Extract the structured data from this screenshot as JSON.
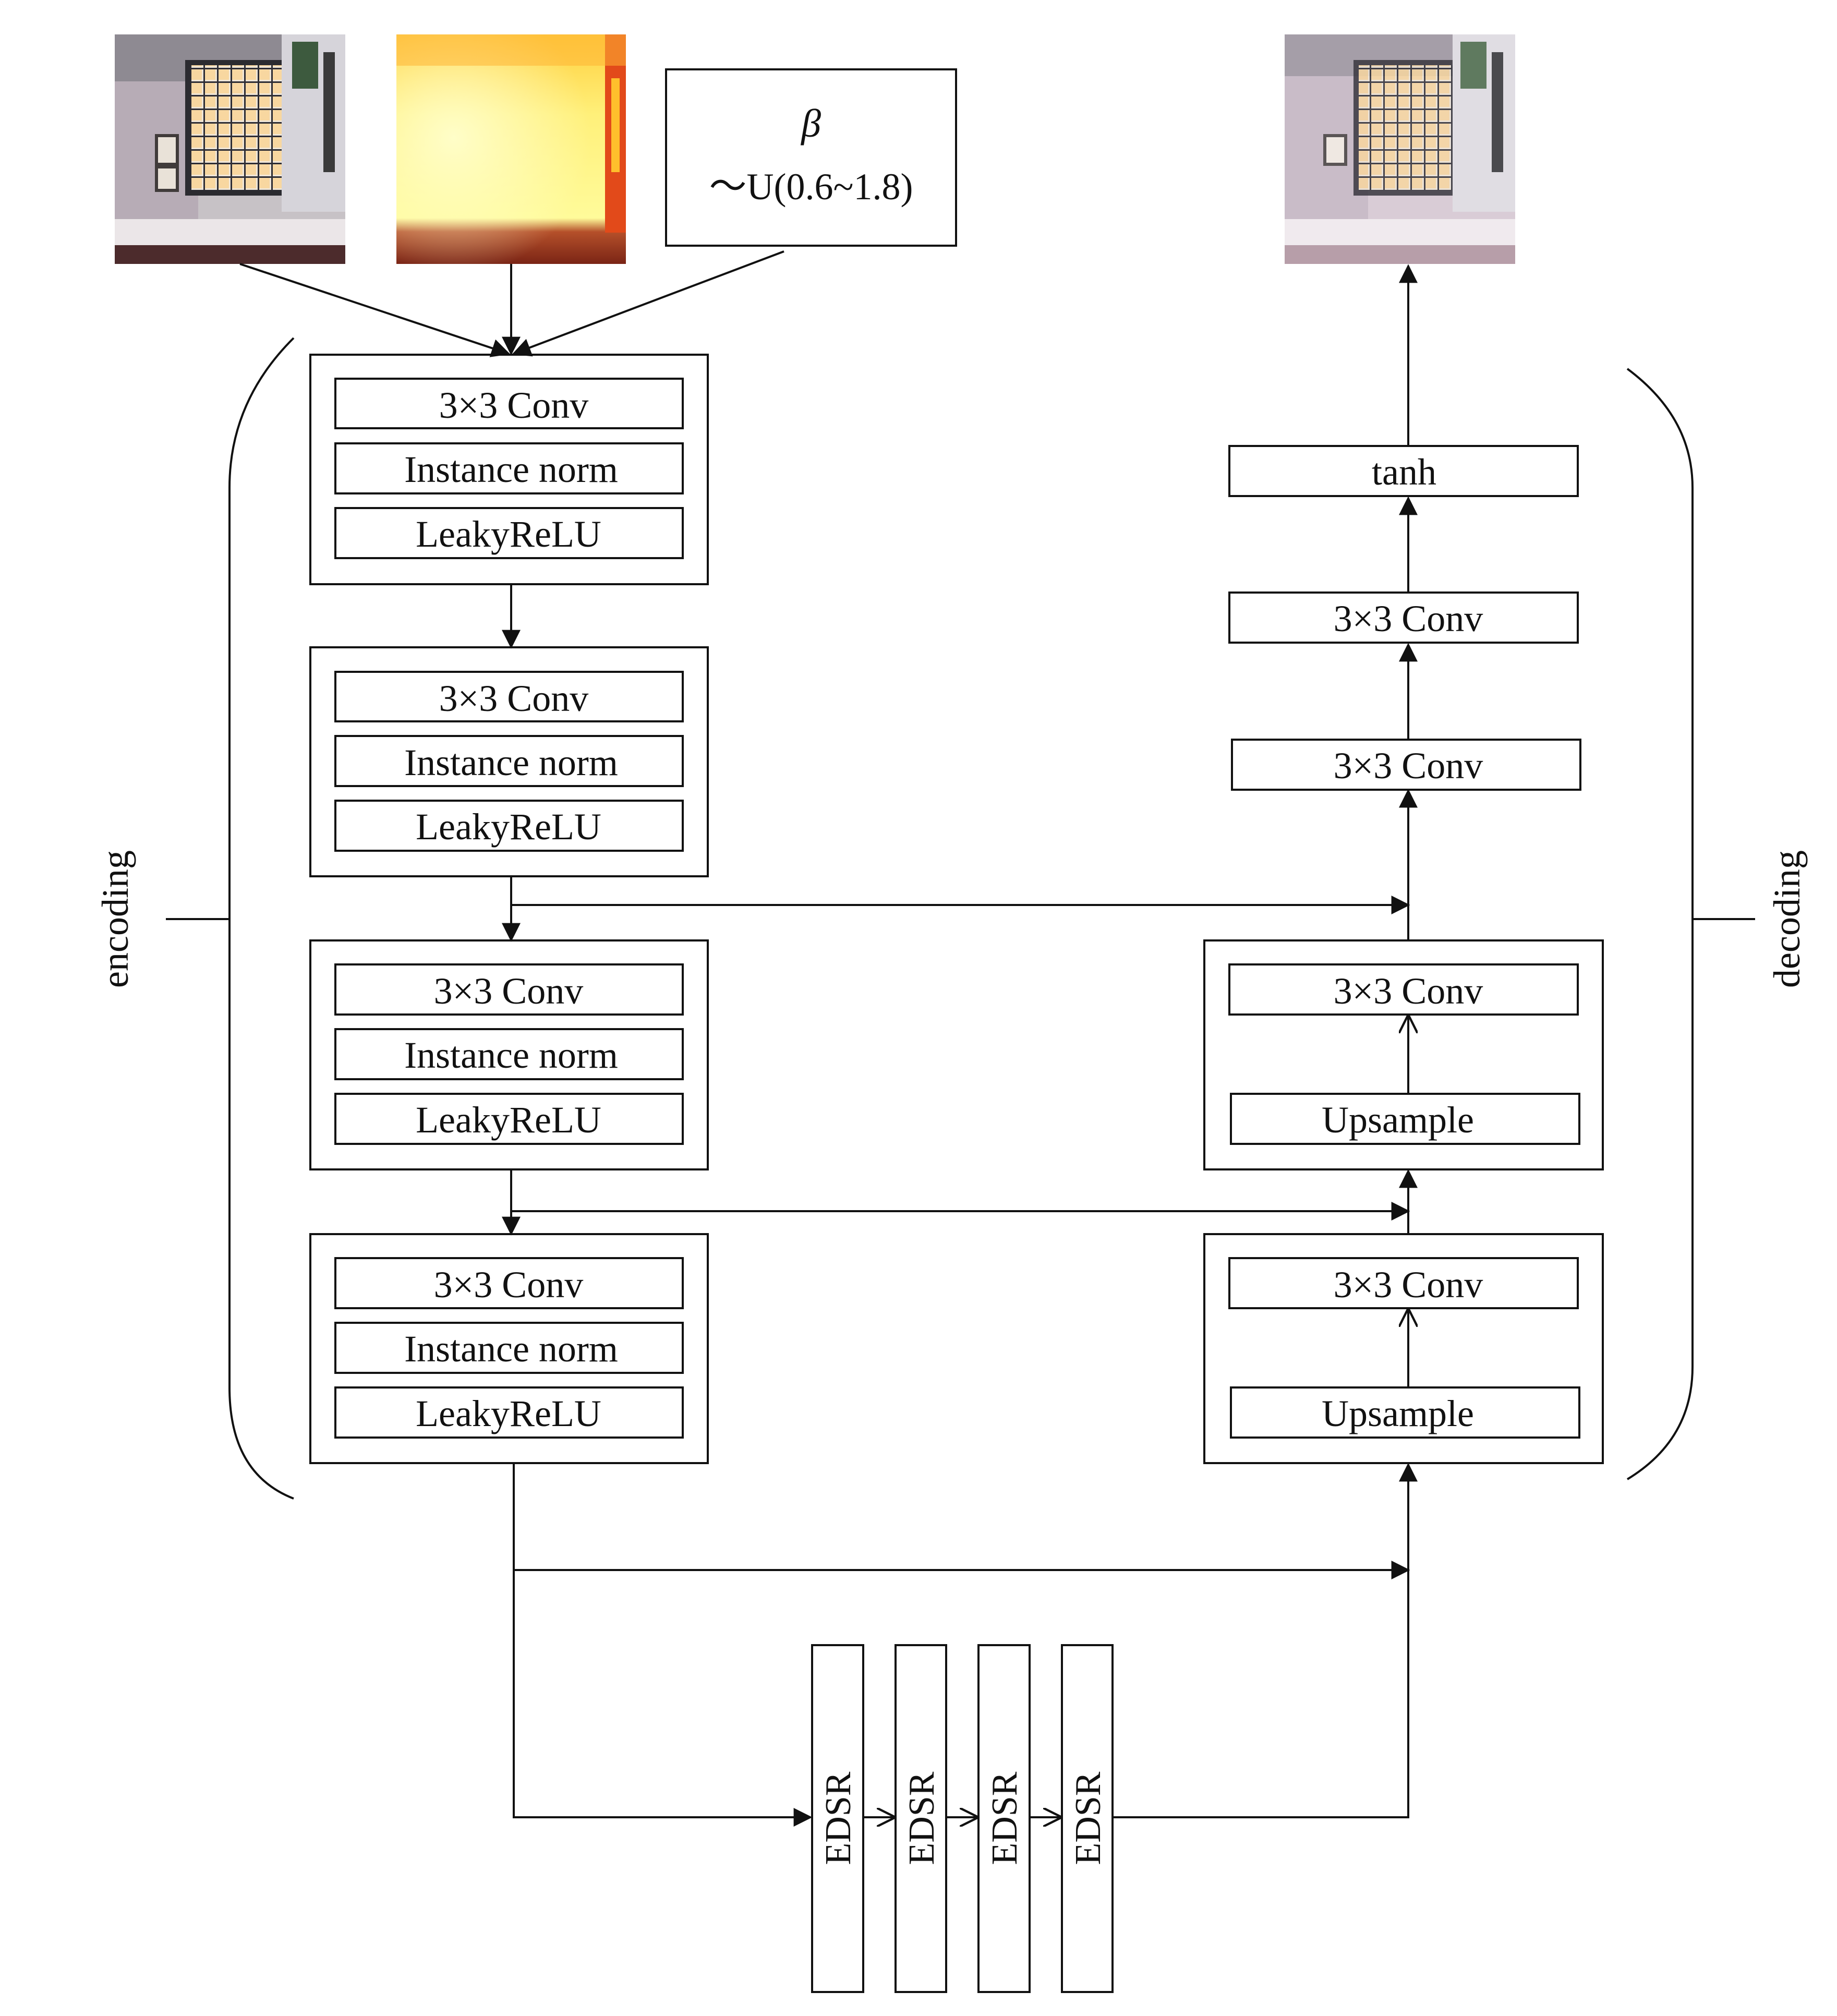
{
  "colors": {
    "stroke": "#111111",
    "heatmap": [
      "#ffffa0",
      "#fff46e",
      "#ffd84a",
      "#ff9a24",
      "#e8461c",
      "#b02212"
    ]
  },
  "inputs": {
    "beta_symbol": "β",
    "beta_distribution": "～U(0.6~1.8)",
    "input_photo_icon": "indoor-scene-photo",
    "depth_map_icon": "heatmap-depth",
    "output_photo_icon": "dehazed-indoor-scene-photo"
  },
  "encoder": {
    "label": "encoding",
    "blocks": [
      {
        "conv": "3×3 Conv",
        "norm": "Instance norm",
        "act": "LeakyReLU"
      },
      {
        "conv": "3×3 Conv",
        "norm": "Instance norm",
        "act": "LeakyReLU"
      },
      {
        "conv": "3×3 Conv",
        "norm": "Instance norm",
        "act": "LeakyReLU"
      },
      {
        "conv": "3×3 Conv",
        "norm": "Instance norm",
        "act": "LeakyReLU"
      }
    ]
  },
  "decoder": {
    "label": "decoding",
    "tanh": "tanh",
    "conv_top": "3×3 Conv",
    "conv_second": "3×3 Conv",
    "up_blocks": [
      {
        "conv": "3×3 Conv",
        "up": "Upsample"
      },
      {
        "conv": "3×3 Conv",
        "up": "Upsample"
      }
    ]
  },
  "bottleneck": {
    "blocks": [
      "EDSR",
      "EDSR",
      "EDSR",
      "EDSR"
    ]
  }
}
